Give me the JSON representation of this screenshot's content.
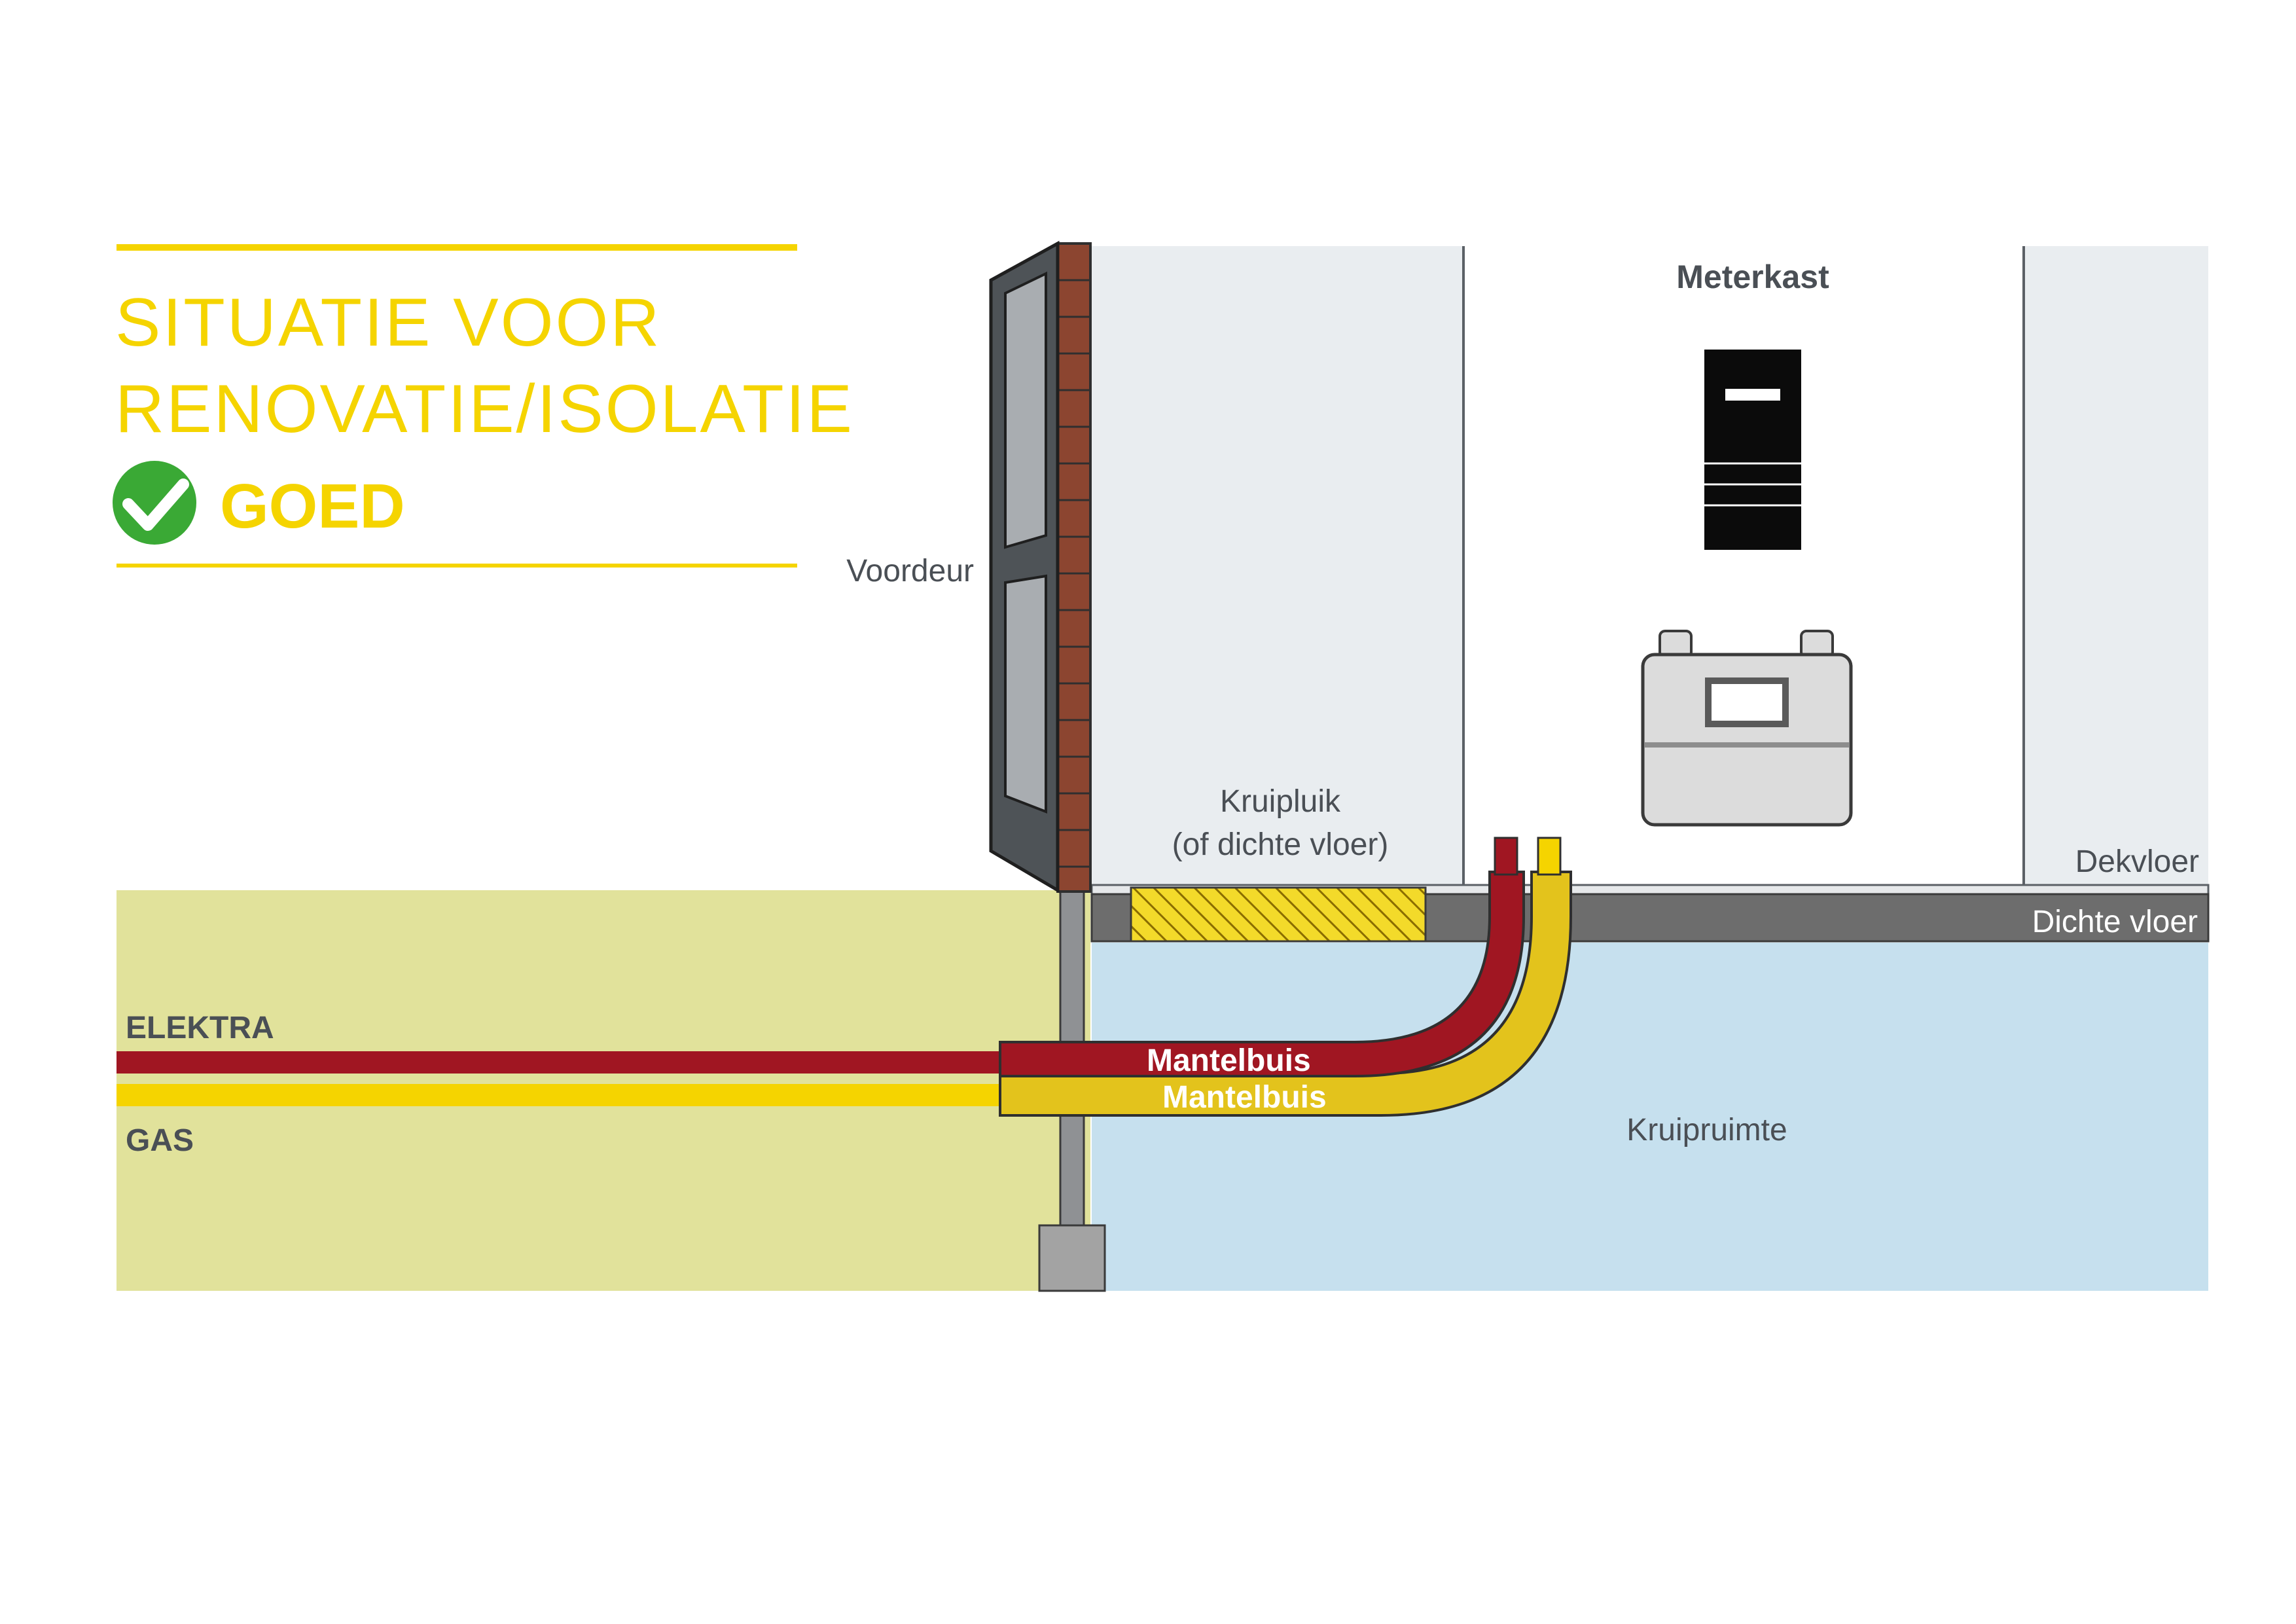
{
  "heading": {
    "line1": "SITUATIE VOOR",
    "line2": "RENOVATIE/ISOLATIE",
    "status": "GOED",
    "status_icon": "check-circle-icon"
  },
  "labels": {
    "front_door": "Voordeur",
    "meter_cupboard": "Meterkast",
    "hatch_line1": "Kruipluik",
    "hatch_line2": "(of dichte vloer)",
    "top_floor": "Dekvloer",
    "sealed_floor": "Dichte vloer",
    "crawlspace": "Kruipruimte",
    "electricity": "ELEKTRA",
    "gas": "GAS",
    "sleeve_electric": "Mantelbuis",
    "sleeve_gas": "Mantelbuis"
  },
  "colors": {
    "accent_yellow": "#f5d400",
    "check_green": "#3aa935",
    "electric_red": "#a01622",
    "gas_yellow": "#e3c31c",
    "ground": "#e1e29b",
    "crawlspace": "#c6e0ee",
    "wall_light": "#e9edf0",
    "floor_grey": "#6d6d6d",
    "brick": "#8c4530",
    "label_grey": "#4a4f55"
  }
}
